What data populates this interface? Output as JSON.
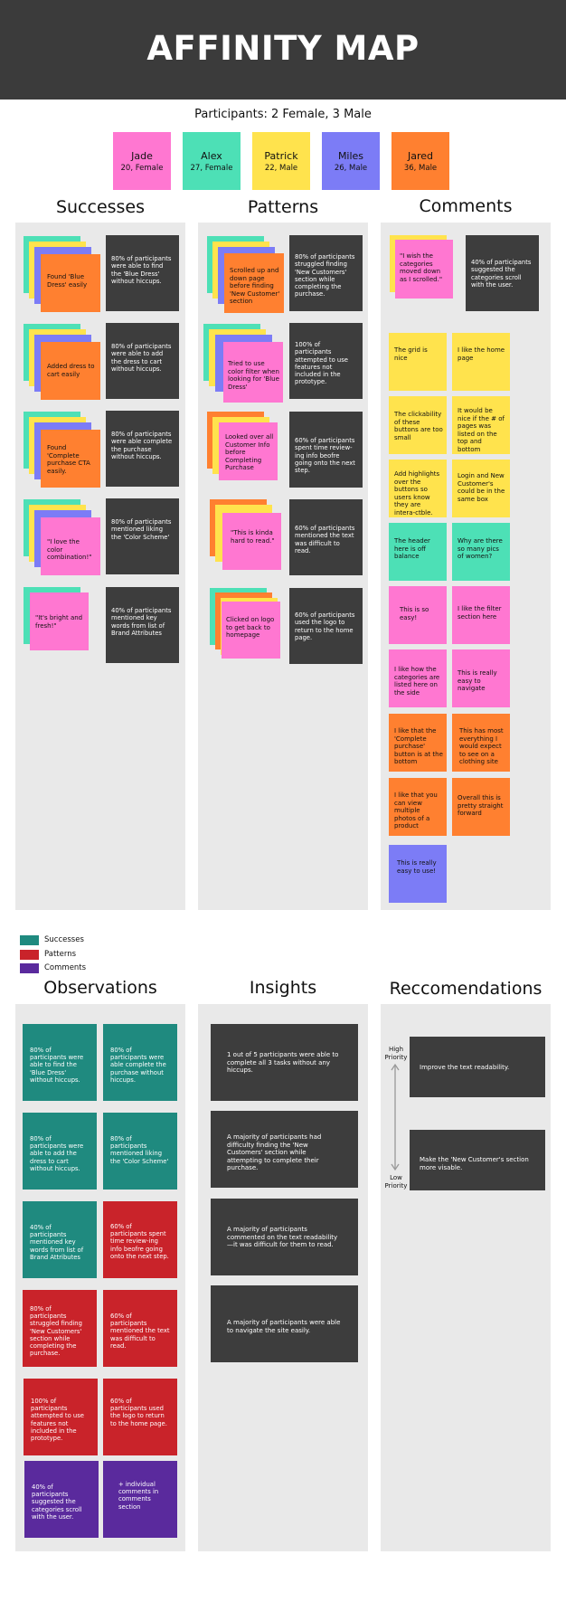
{
  "title": "AFFINITY MAP",
  "participants_line": "Participants: 2 Female, 3 Male",
  "colors": {
    "pink": "#ff77d1",
    "teal": "#4de0b6",
    "yellow": "#ffe34d",
    "purple": "#7c7cf6",
    "orange": "#ff8030",
    "dark": "#3d3d3d",
    "success_teal": "#1f8a7f",
    "pattern_red": "#c9232a",
    "comment_purple": "#5a2a9d",
    "panel_gray": "#e9e9e9"
  },
  "participants": [
    {
      "name": "Jade",
      "detail": "20, Female",
      "color": "#ff77d1"
    },
    {
      "name": "Alex",
      "detail": "27, Female",
      "color": "#4de0b6"
    },
    {
      "name": "Patrick",
      "detail": "22, Male",
      "color": "#ffe34d"
    },
    {
      "name": "Miles",
      "detail": "26, Male",
      "color": "#7c7cf6"
    },
    {
      "name": "Jared",
      "detail": "36, Male",
      "color": "#ff8030"
    }
  ],
  "columns": {
    "successes": "Successes",
    "patterns": "Patterns",
    "comments": "Comments",
    "observations": "Observations",
    "insights": "Insights",
    "recommendations": "Reccomendations"
  },
  "successes": [
    {
      "note": "Found 'Blue Dress' easily",
      "summary": "80% of participants were able to find the 'Blue Dress' without hiccups."
    },
    {
      "note": "Added dress to cart easily",
      "summary": "80% of participants were able to add the dress to cart without hiccups."
    },
    {
      "note": "Found 'Complete purchase CTA easily.",
      "summary": "80% of participants were able complete the purchase without hiccups."
    },
    {
      "note": "\"I love the color combination!\"",
      "summary": "80% of participants mentioned liking the 'Color Scheme'"
    },
    {
      "note": "\"It's bright and fresh!\"",
      "summary": "40% of participants mentioned key words from list of Brand Attributes"
    }
  ],
  "patterns": [
    {
      "note": "Scrolled up and down page before finding 'New Customer' section",
      "summary": "80% of participants struggled finding 'New Customers' section while completing the purchase."
    },
    {
      "note": "Tried to use color filter when looking for 'Blue Dress'",
      "summary": "100% of participants attempted to use features not included in the prototype."
    },
    {
      "note": "Looked over all Customer Info before Completing Purchase",
      "summary": "60% of participants spent time review-ing info beofre going onto the next step."
    },
    {
      "note": "\"This is kinda hard to read.\"",
      "summary": "60% of participants mentioned the text was difficult to read."
    },
    {
      "note": "Clicked on logo to get back to homepage",
      "summary": "60% of participants used the logo to return to the home page."
    }
  ],
  "comments": {
    "top_note": "\"I wish the categories moved down as I scrolled.\"",
    "top_summary": "40% of participants suggested the categories scroll with the user.",
    "notes": [
      "The grid is nice",
      "I like the home page",
      "The clickability of these buttons are too small",
      "It would be nice if the # of pages was listed on the top and bottom",
      "Add highlights over the buttons so users know they are intera-ctble.",
      "Login and New Customer's could be in the same box",
      "The header here is off balance",
      "Why are there so many pics of women?",
      "This is so easy!",
      "I like the filter section here",
      "I like how the categories are listed here on the side",
      "This is really easy to navigate",
      "I like that the 'Complete purchase' button is at the bottom",
      "This has most everything I would expect to see on a clothing site",
      "I like that you can view multiple photos of a product",
      "Overall this is pretty straight forward",
      "This is really easy to use!"
    ]
  },
  "legend": [
    {
      "label": "Successes",
      "color": "#1f8a7f"
    },
    {
      "label": "Patterns",
      "color": "#c9232a"
    },
    {
      "label": "Comments",
      "color": "#5a2a9d"
    }
  ],
  "observations": [
    "80% of participants were able to find the 'Blue Dress' without hiccups.",
    "80% of participants were able complete the purchase without hiccups.",
    "80% of participants were able to add the dress to cart without hiccups.",
    "80% of participants mentioned liking the 'Color Scheme'",
    "40% of participants mentioned key words from list of Brand Attributes",
    "60% of participants spent time review-ing info beofre going onto the next step.",
    "80% of participants struggled finding 'New Customers' section while completing the purchase.",
    "60% of participants mentioned the text was difficult to read.",
    "100% of participants attempted to use features not included in the prototype.",
    "60% of participants used the logo to return to the home page.",
    "40% of participants suggested the categories scroll with the user.",
    "+ individual comments in comments section"
  ],
  "insights": [
    "1 out of 5 participants were able to complete all 3 tasks without any hiccups.",
    "A majority of participants had difficulty finding the 'New Customers' section while attempting to complete their purchase.",
    "A majority of participants commented on the text readability—it was difficult for them to read.",
    "A majority of participants were able to navigate the site easily."
  ],
  "recommendations": {
    "high_label": "High Priority",
    "low_label": "Low Priority",
    "items": [
      "Improve the text readability.",
      "Make the 'New Customer's section more visable."
    ]
  }
}
